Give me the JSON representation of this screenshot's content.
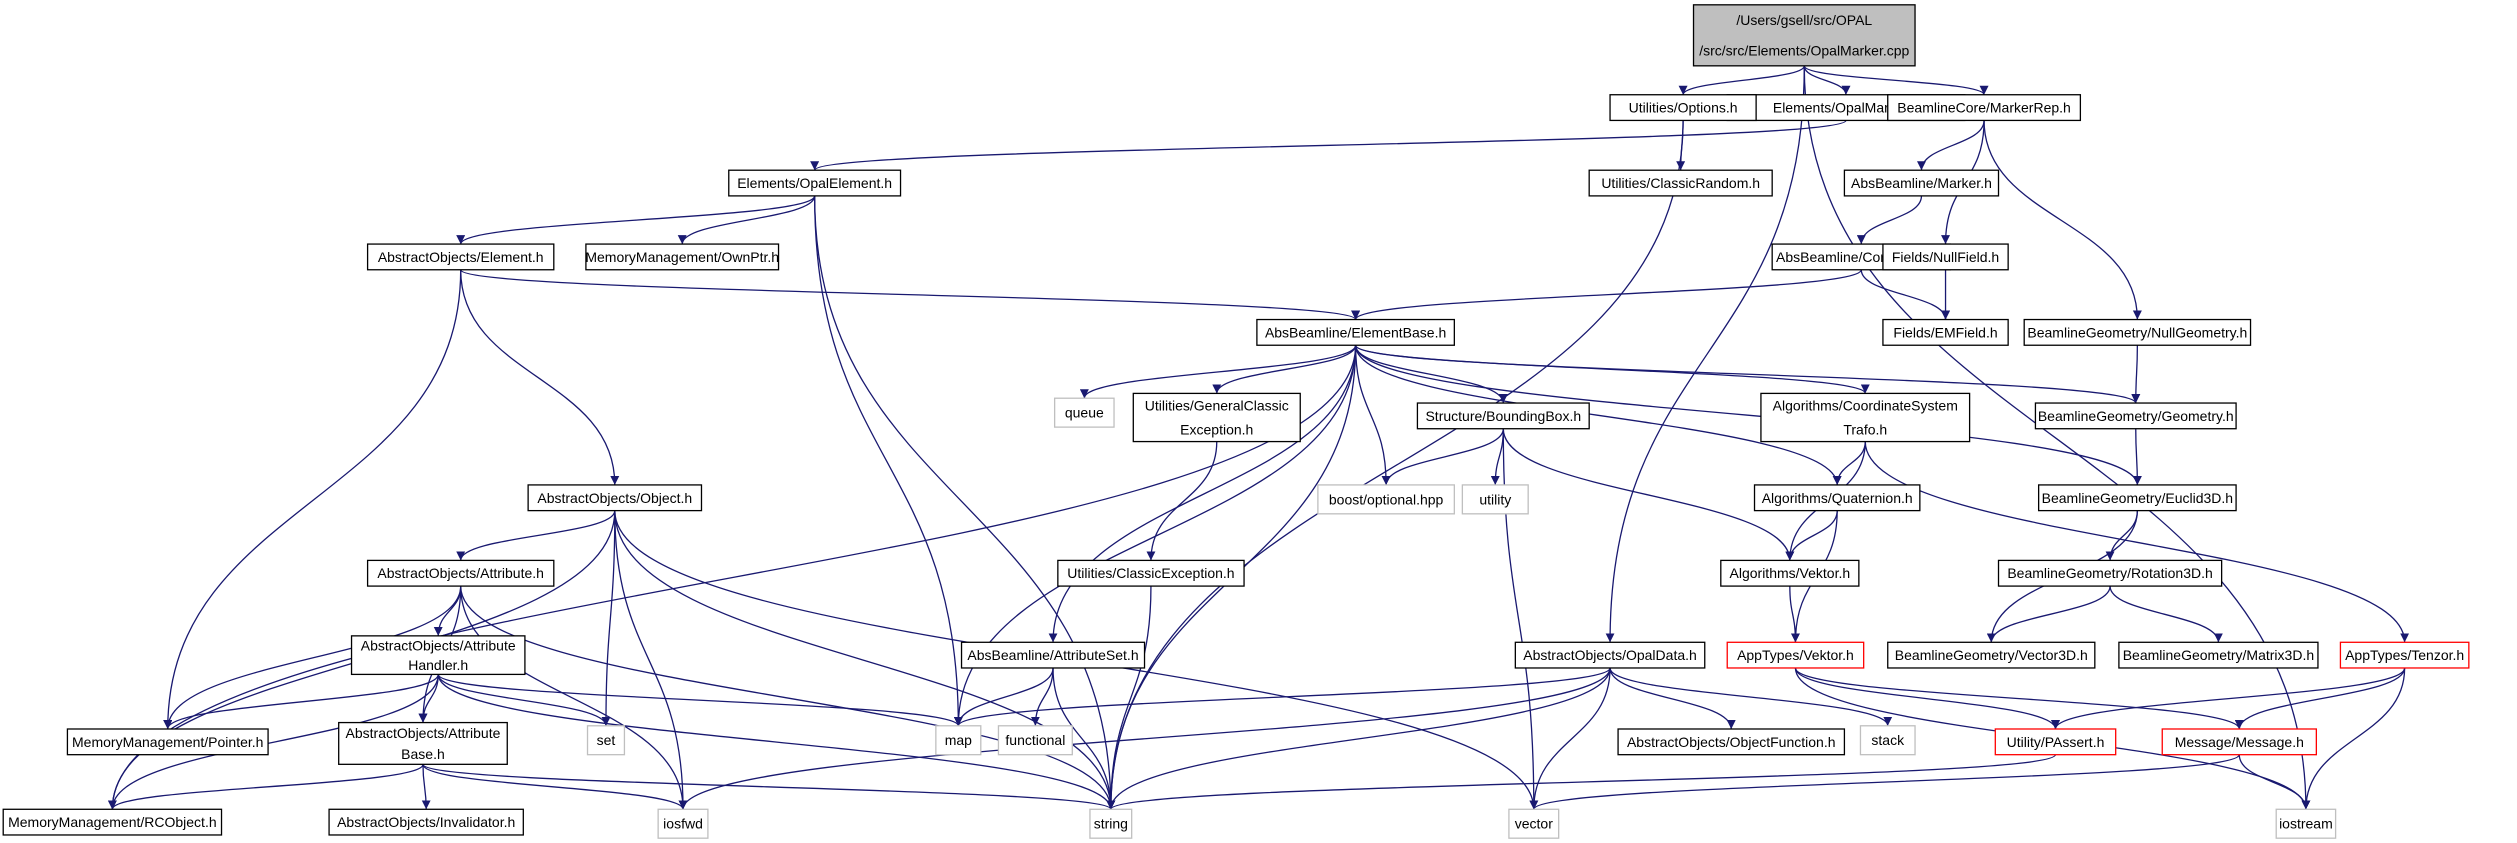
{
  "colors": {
    "edge": "#191970",
    "root_fill": "#bfbfbf",
    "normal_border": "#000000",
    "missing_border": "#bfbfbf",
    "truncated_border": "#ff0000",
    "missing_text": "#555555",
    "fill": "#ffffff"
  },
  "nodes": [
    {
      "id": "root",
      "lines": [
        "/Users/gsell/src/OPAL",
        "/src/src/Elements/OpalMarker.cpp"
      ],
      "style": "root"
    },
    {
      "id": "elements_opalmarker_h",
      "lines": [
        "Elements/OpalMarker.h"
      ],
      "style": "normal"
    },
    {
      "id": "utilities_options_h",
      "lines": [
        "Utilities/Options.h"
      ],
      "style": "normal"
    },
    {
      "id": "beamlinecore_markerrep_h",
      "lines": [
        "BeamlineCore/MarkerRep.h"
      ],
      "style": "normal"
    },
    {
      "id": "elements_opalelement_h",
      "lines": [
        "Elements/OpalElement.h"
      ],
      "style": "normal"
    },
    {
      "id": "utilities_classicrandom_h",
      "lines": [
        "Utilities/ClassicRandom.h"
      ],
      "style": "normal"
    },
    {
      "id": "absbeamline_marker_h",
      "lines": [
        "AbsBeamline/Marker.h"
      ],
      "style": "normal"
    },
    {
      "id": "abstractobjects_element_h",
      "lines": [
        "AbstractObjects/Element.h"
      ],
      "style": "normal"
    },
    {
      "id": "memorymanagement_ownptr_h",
      "lines": [
        "MemoryManagement/OwnPtr.h"
      ],
      "style": "normal"
    },
    {
      "id": "absbeamline_component_h",
      "lines": [
        "AbsBeamline/Component.h"
      ],
      "style": "normal"
    },
    {
      "id": "fields_nullfield_h",
      "lines": [
        "Fields/NullField.h"
      ],
      "style": "normal"
    },
    {
      "id": "absbeamline_elementbase_h",
      "lines": [
        "AbsBeamline/ElementBase.h"
      ],
      "style": "normal"
    },
    {
      "id": "fields_emfield_h",
      "lines": [
        "Fields/EMField.h"
      ],
      "style": "normal"
    },
    {
      "id": "beamlinegeometry_nullgeometry_h",
      "lines": [
        "BeamlineGeometry/NullGeometry.h"
      ],
      "style": "normal"
    },
    {
      "id": "queue",
      "lines": [
        "queue"
      ],
      "style": "missing"
    },
    {
      "id": "utilities_generalclassicexception_h",
      "lines": [
        "Utilities/GeneralClassic",
        "Exception.h"
      ],
      "style": "normal"
    },
    {
      "id": "structure_boundingbox_h",
      "lines": [
        "Structure/BoundingBox.h"
      ],
      "style": "normal"
    },
    {
      "id": "algorithms_coordinatesystemtrafo_h",
      "lines": [
        "Algorithms/CoordinateSystem",
        "Trafo.h"
      ],
      "style": "normal"
    },
    {
      "id": "beamlinegeometry_geometry_h",
      "lines": [
        "BeamlineGeometry/Geometry.h"
      ],
      "style": "normal"
    },
    {
      "id": "abstractobjects_object_h",
      "lines": [
        "AbstractObjects/Object.h"
      ],
      "style": "normal"
    },
    {
      "id": "boost_optional_hpp",
      "lines": [
        "boost/optional.hpp"
      ],
      "style": "missing"
    },
    {
      "id": "utility",
      "lines": [
        "utility"
      ],
      "style": "missing"
    },
    {
      "id": "algorithms_quaternion_h",
      "lines": [
        "Algorithms/Quaternion.h"
      ],
      "style": "normal"
    },
    {
      "id": "beamlinegeometry_euclid3d_h",
      "lines": [
        "BeamlineGeometry/Euclid3D.h"
      ],
      "style": "normal"
    },
    {
      "id": "abstractobjects_attribute_h",
      "lines": [
        "AbstractObjects/Attribute.h"
      ],
      "style": "normal"
    },
    {
      "id": "utilities_classicexception_h",
      "lines": [
        "Utilities/ClassicException.h"
      ],
      "style": "normal"
    },
    {
      "id": "algorithms_vektor_h",
      "lines": [
        "Algorithms/Vektor.h"
      ],
      "style": "normal"
    },
    {
      "id": "beamlinegeometry_rotation3d_h",
      "lines": [
        "BeamlineGeometry/Rotation3D.h"
      ],
      "style": "normal"
    },
    {
      "id": "abstractobjects_attributehandler_h",
      "lines": [
        "AbstractObjects/Attribute",
        "Handler.h"
      ],
      "style": "normal"
    },
    {
      "id": "absbeamline_attributeset_h",
      "lines": [
        "AbsBeamline/AttributeSet.h"
      ],
      "style": "normal"
    },
    {
      "id": "abstractobjects_opaldata_h",
      "lines": [
        "AbstractObjects/OpalData.h"
      ],
      "style": "normal"
    },
    {
      "id": "apptypes_vektor_h",
      "lines": [
        "AppTypes/Vektor.h"
      ],
      "style": "truncated"
    },
    {
      "id": "beamlinegeometry_vector3d_h",
      "lines": [
        "BeamlineGeometry/Vector3D.h"
      ],
      "style": "normal"
    },
    {
      "id": "beamlinegeometry_matrix3d_h",
      "lines": [
        "BeamlineGeometry/Matrix3D.h"
      ],
      "style": "normal"
    },
    {
      "id": "apptypes_tenzor_h",
      "lines": [
        "AppTypes/Tenzor.h"
      ],
      "style": "truncated"
    },
    {
      "id": "memorymanagement_pointer_h",
      "lines": [
        "MemoryManagement/Pointer.h"
      ],
      "style": "normal"
    },
    {
      "id": "abstractobjects_attributebase_h",
      "lines": [
        "AbstractObjects/Attribute",
        "Base.h"
      ],
      "style": "normal"
    },
    {
      "id": "set",
      "lines": [
        "set"
      ],
      "style": "missing"
    },
    {
      "id": "map",
      "lines": [
        "map"
      ],
      "style": "missing"
    },
    {
      "id": "functional",
      "lines": [
        "functional"
      ],
      "style": "missing"
    },
    {
      "id": "abstractobjects_objectfunction_h",
      "lines": [
        "AbstractObjects/ObjectFunction.h"
      ],
      "style": "normal"
    },
    {
      "id": "stack",
      "lines": [
        "stack"
      ],
      "style": "missing"
    },
    {
      "id": "utility_passert_h",
      "lines": [
        "Utility/PAssert.h"
      ],
      "style": "truncated"
    },
    {
      "id": "message_message_h",
      "lines": [
        "Message/Message.h"
      ],
      "style": "truncated"
    },
    {
      "id": "memorymanagement_rcobject_h",
      "lines": [
        "MemoryManagement/RCObject.h"
      ],
      "style": "normal"
    },
    {
      "id": "abstractobjects_invalidator_h",
      "lines": [
        "AbstractObjects/Invalidator.h"
      ],
      "style": "normal"
    },
    {
      "id": "iosfwd",
      "lines": [
        "iosfwd"
      ],
      "style": "missing"
    },
    {
      "id": "string",
      "lines": [
        "string"
      ],
      "style": "missing"
    },
    {
      "id": "vector",
      "lines": [
        "vector"
      ],
      "style": "missing"
    },
    {
      "id": "iostream",
      "lines": [
        "iostream"
      ],
      "style": "missing"
    }
  ],
  "edges": [
    [
      "root",
      "elements_opalmarker_h"
    ],
    [
      "root",
      "utilities_options_h"
    ],
    [
      "root",
      "beamlinecore_markerrep_h"
    ],
    [
      "root",
      "abstractobjects_opaldata_h"
    ],
    [
      "root",
      "iostream"
    ],
    [
      "elements_opalmarker_h",
      "elements_opalelement_h"
    ],
    [
      "utilities_options_h",
      "utilities_classicrandom_h"
    ],
    [
      "utilities_options_h",
      "string"
    ],
    [
      "beamlinecore_markerrep_h",
      "absbeamline_marker_h"
    ],
    [
      "beamlinecore_markerrep_h",
      "fields_nullfield_h"
    ],
    [
      "beamlinecore_markerrep_h",
      "beamlinegeometry_nullgeometry_h"
    ],
    [
      "elements_opalelement_h",
      "abstractobjects_element_h"
    ],
    [
      "elements_opalelement_h",
      "memorymanagement_ownptr_h"
    ],
    [
      "elements_opalelement_h",
      "map"
    ],
    [
      "elements_opalelement_h",
      "string"
    ],
    [
      "absbeamline_marker_h",
      "absbeamline_component_h"
    ],
    [
      "absbeamline_component_h",
      "absbeamline_elementbase_h"
    ],
    [
      "absbeamline_component_h",
      "fields_emfield_h"
    ],
    [
      "fields_nullfield_h",
      "fields_emfield_h"
    ],
    [
      "beamlinegeometry_nullgeometry_h",
      "beamlinegeometry_geometry_h"
    ],
    [
      "abstractobjects_element_h",
      "absbeamline_elementbase_h"
    ],
    [
      "abstractobjects_element_h",
      "abstractobjects_object_h"
    ],
    [
      "abstractobjects_element_h",
      "memorymanagement_pointer_h"
    ],
    [
      "absbeamline_elementbase_h",
      "queue"
    ],
    [
      "absbeamline_elementbase_h",
      "utilities_generalclassicexception_h"
    ],
    [
      "absbeamline_elementbase_h",
      "structure_boundingbox_h"
    ],
    [
      "absbeamline_elementbase_h",
      "algorithms_coordinatesystemtrafo_h"
    ],
    [
      "absbeamline_elementbase_h",
      "beamlinegeometry_geometry_h"
    ],
    [
      "absbeamline_elementbase_h",
      "boost_optional_hpp"
    ],
    [
      "absbeamline_elementbase_h",
      "algorithms_quaternion_h"
    ],
    [
      "absbeamline_elementbase_h",
      "beamlinegeometry_euclid3d_h"
    ],
    [
      "absbeamline_elementbase_h",
      "absbeamline_attributeset_h"
    ],
    [
      "absbeamline_elementbase_h",
      "map"
    ],
    [
      "absbeamline_elementbase_h",
      "string"
    ],
    [
      "absbeamline_elementbase_h",
      "memorymanagement_rcobject_h"
    ],
    [
      "utilities_generalclassicexception_h",
      "utilities_classicexception_h"
    ],
    [
      "structure_boundingbox_h",
      "boost_optional_hpp"
    ],
    [
      "structure_boundingbox_h",
      "utility"
    ],
    [
      "structure_boundingbox_h",
      "algorithms_vektor_h"
    ],
    [
      "structure_boundingbox_h",
      "vector"
    ],
    [
      "algorithms_coordinatesystemtrafo_h",
      "algorithms_quaternion_h"
    ],
    [
      "algorithms_coordinatesystemtrafo_h",
      "algorithms_vektor_h"
    ],
    [
      "algorithms_coordinatesystemtrafo_h",
      "apptypes_tenzor_h"
    ],
    [
      "beamlinegeometry_geometry_h",
      "beamlinegeometry_euclid3d_h"
    ],
    [
      "beamlinegeometry_euclid3d_h",
      "beamlinegeometry_rotation3d_h"
    ],
    [
      "beamlinegeometry_euclid3d_h",
      "beamlinegeometry_vector3d_h"
    ],
    [
      "beamlinegeometry_rotation3d_h",
      "beamlinegeometry_vector3d_h"
    ],
    [
      "beamlinegeometry_rotation3d_h",
      "beamlinegeometry_matrix3d_h"
    ],
    [
      "algorithms_quaternion_h",
      "algorithms_vektor_h"
    ],
    [
      "algorithms_quaternion_h",
      "apptypes_vektor_h"
    ],
    [
      "algorithms_vektor_h",
      "apptypes_vektor_h"
    ],
    [
      "utilities_classicexception_h",
      "string"
    ],
    [
      "abstractobjects_object_h",
      "abstractobjects_attribute_h"
    ],
    [
      "abstractobjects_object_h",
      "set"
    ],
    [
      "abstractobjects_object_h",
      "iosfwd"
    ],
    [
      "abstractobjects_object_h",
      "string"
    ],
    [
      "abstractobjects_object_h",
      "vector"
    ],
    [
      "abstractobjects_object_h",
      "memorymanagement_rcobject_h"
    ],
    [
      "abstractobjects_attribute_h",
      "abstractobjects_attributehandler_h"
    ],
    [
      "abstractobjects_attribute_h",
      "abstractobjects_attributebase_h"
    ],
    [
      "abstractobjects_attribute_h",
      "memorymanagement_pointer_h"
    ],
    [
      "abstractobjects_attribute_h",
      "iosfwd"
    ],
    [
      "abstractobjects_attribute_h",
      "string"
    ],
    [
      "abstractobjects_attributehandler_h",
      "abstractobjects_attributebase_h"
    ],
    [
      "abstractobjects_attributehandler_h",
      "memorymanagement_pointer_h"
    ],
    [
      "abstractobjects_attributehandler_h",
      "set"
    ],
    [
      "abstractobjects_attributehandler_h",
      "map"
    ],
    [
      "abstractobjects_attributehandler_h",
      "string"
    ],
    [
      "abstractobjects_attributehandler_h",
      "memorymanagement_rcobject_h"
    ],
    [
      "abstractobjects_attributebase_h",
      "memorymanagement_rcobject_h"
    ],
    [
      "abstractobjects_attributebase_h",
      "abstractobjects_invalidator_h"
    ],
    [
      "abstractobjects_attributebase_h",
      "iosfwd"
    ],
    [
      "abstractobjects_attributebase_h",
      "string"
    ],
    [
      "absbeamline_attributeset_h",
      "map"
    ],
    [
      "absbeamline_attributeset_h",
      "functional"
    ],
    [
      "absbeamline_attributeset_h",
      "string"
    ],
    [
      "abstractobjects_opaldata_h",
      "map"
    ],
    [
      "abstractobjects_opaldata_h",
      "abstractobjects_objectfunction_h"
    ],
    [
      "abstractobjects_opaldata_h",
      "stack"
    ],
    [
      "abstractobjects_opaldata_h",
      "iosfwd"
    ],
    [
      "abstractobjects_opaldata_h",
      "string"
    ],
    [
      "abstractobjects_opaldata_h",
      "vector"
    ],
    [
      "apptypes_vektor_h",
      "utility_passert_h"
    ],
    [
      "apptypes_vektor_h",
      "message_message_h"
    ],
    [
      "apptypes_vektor_h",
      "iostream"
    ],
    [
      "apptypes_tenzor_h",
      "utility_passert_h"
    ],
    [
      "apptypes_tenzor_h",
      "message_message_h"
    ],
    [
      "apptypes_tenzor_h",
      "iostream"
    ],
    [
      "utility_passert_h",
      "string"
    ],
    [
      "message_message_h",
      "vector"
    ],
    [
      "message_message_h",
      "iostream"
    ]
  ]
}
